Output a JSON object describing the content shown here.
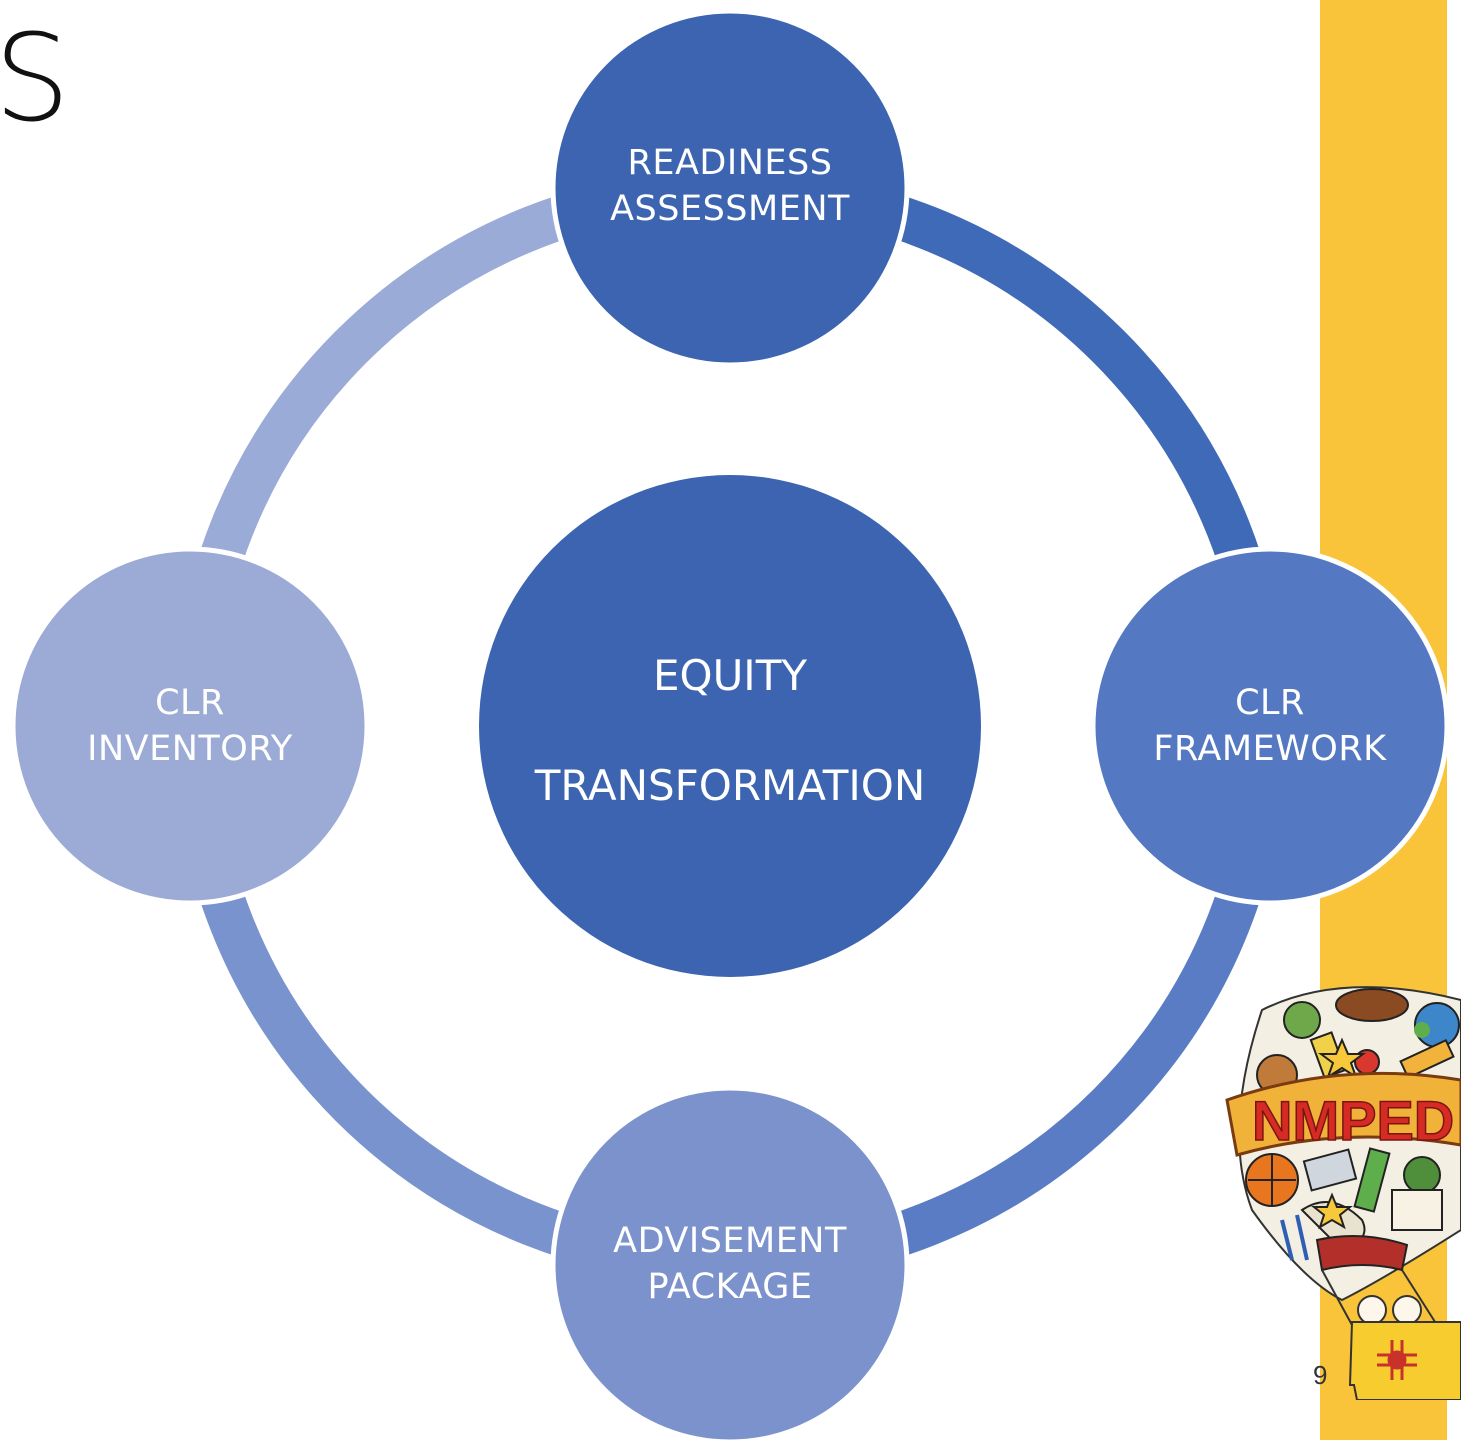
{
  "slide": {
    "title_fragment": "S",
    "slide_number": "9"
  },
  "diagram": {
    "center": {
      "line1": "EQUITY",
      "line2": "TRANSFORMATION",
      "color": "#3c64b1"
    },
    "nodes": [
      {
        "id": "readiness",
        "line1": "READINESS",
        "line2": "ASSESSMENT",
        "color": "#3c64b1"
      },
      {
        "id": "framework",
        "line1": "CLR",
        "line2": "FRAMEWORK",
        "color": "#5478c1"
      },
      {
        "id": "advisement",
        "line1": "ADVISEMENT",
        "line2": "PACKAGE",
        "color": "#7b92cc"
      },
      {
        "id": "inventory",
        "line1": "CLR",
        "line2": "INVENTORY",
        "color": "#9caad6"
      }
    ],
    "arc_colors": [
      "#3f6ab8",
      "#5a7cc4",
      "#7893cd",
      "#9aabd7"
    ]
  },
  "colors": {
    "gold_bar": "#f9c43a"
  },
  "logo": {
    "text": "NMPED",
    "name": "nmped-balloon-logo"
  }
}
